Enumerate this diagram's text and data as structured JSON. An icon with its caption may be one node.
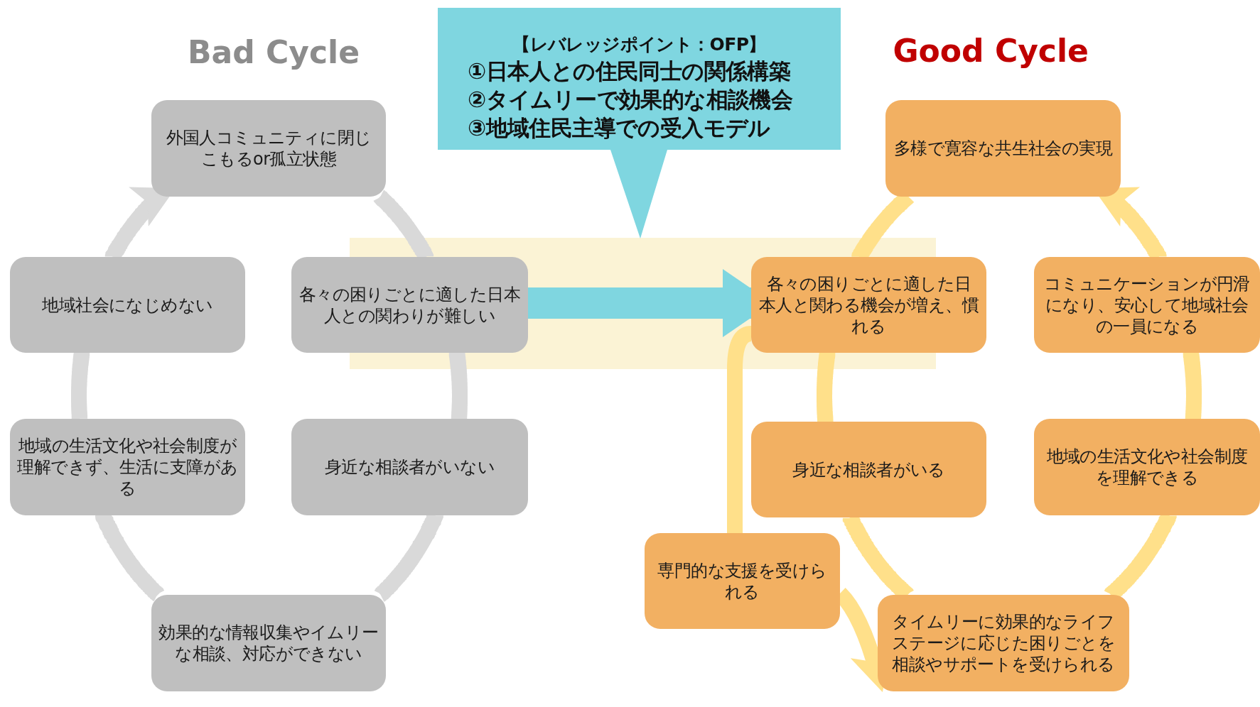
{
  "diagram": {
    "nodes": [
      {
        "text": [
          "【レバレッジポイント：OFP】",
          "①日本人との住民同士の関係構築",
          "②タイムリーで効果的な相談機会",
          "③地域住民主導での受入モデル"
        ]
      },
      {
        "text": [
          "外国人コミュニティに閉じこもるor孤立状態"
        ]
      },
      {
        "text": [
          "地域社会になじめない"
        ]
      },
      {
        "text": [
          "各々の困りごとに適した日本人との関わりが難しい"
        ]
      },
      {
        "text": [
          "地域の生活文化や社会制度が理解できず、生活に支障がある"
        ]
      },
      {
        "text": [
          "身近な相談者がいない"
        ]
      },
      {
        "text": [
          "効果的な情報収集やイムリーな相談、対応ができない"
        ]
      },
      {
        "text": [
          "多様で寛容な共生社会の実現"
        ]
      },
      {
        "text": [
          "各々の困りごとに適した日本人と関わる機会が増え、慣れる"
        ]
      },
      {
        "text": [
          "コミュニケーションが円滑になり、安心して地域社会の一員になる"
        ]
      },
      {
        "text": [
          "身近な相談者がいる"
        ]
      },
      {
        "text": [
          "地域の生活文化や社会制度を理解できる"
        ]
      },
      {
        "text": [
          "専門的な支援を受けられる"
        ]
      },
      {
        "text": [
          "タイムリーに効果的なライフステージに応じた困りごとを相談やサポートを受けられる"
        ]
      }
    ],
    "edges": [
      {
        "from": 1,
        "to": 3,
        "arrow": "none",
        "color": "#d9d9d9"
      },
      {
        "from": 3,
        "to": 5,
        "arrow": "none",
        "color": "#d9d9d9"
      },
      {
        "from": 5,
        "to": 6,
        "arrow": "none",
        "color": "#d9d9d9"
      },
      {
        "from": 6,
        "to": 4,
        "arrow": "none",
        "color": "#d9d9d9"
      },
      {
        "from": 4,
        "to": 2,
        "arrow": "none",
        "color": "#d9d9d9"
      },
      {
        "from": 2,
        "to": 1,
        "arrow": "to",
        "color": "#d9d9d9"
      },
      {
        "from": 7,
        "to": 8,
        "arrow": "none"
      },
      {
        "from": 8,
        "to": 10,
        "arrow": "none"
      },
      {
        "from": 10,
        "to": 13,
        "arrow": "none"
      },
      {
        "from": 13,
        "to": 11,
        "arrow": "none"
      },
      {
        "from": 11,
        "to": 9,
        "arrow": "none"
      },
      {
        "from": 9,
        "to": 7,
        "arrow": "to"
      },
      {
        "from": 3,
        "to": 8,
        "arrow": "to",
        "style": "thick",
        "color": "#7fd6e0"
      },
      {
        "from": 8,
        "to": 12,
        "arrow": "none"
      },
      {
        "from": 12,
        "to": 13,
        "arrow": "to"
      }
    ],
    "labels": [
      "Bad Cycle",
      "Good Cycle"
    ]
  }
}
